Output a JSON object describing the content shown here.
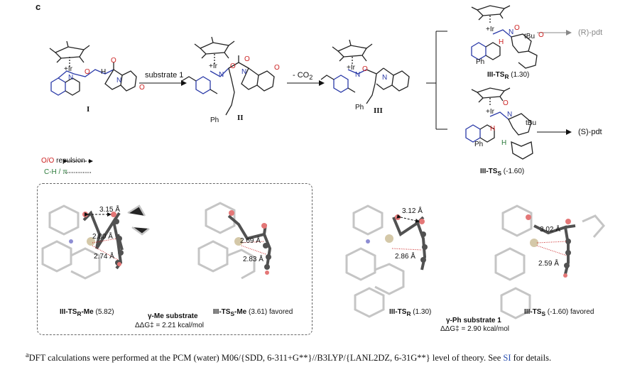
{
  "panel_letter": "c",
  "structures": {
    "I": "I",
    "II": "II",
    "III": "III",
    "ts_r": {
      "name": "III-TS",
      "sub": "R",
      "energy": "(1.30)"
    },
    "ts_s": {
      "name": "III-TS",
      "sub": "S",
      "energy": "(-1.60)"
    }
  },
  "atoms": {
    "ir_plus": "+Ir",
    "n": "N",
    "o": "O",
    "ph": "Ph",
    "tbu": "tBu",
    "h": "H",
    "c": "C"
  },
  "arrows": {
    "step1": "substrate 1",
    "step2": "- CO",
    "step2_sub": "2",
    "r_pdt": "(R)-pdt",
    "s_pdt": "(S)-pdt"
  },
  "legend": {
    "oo": "O/O",
    "oo_text": "repulsion",
    "ch": "C-H / π"
  },
  "models": {
    "me_r": {
      "name": "III-TS",
      "sub": "R",
      "suffix": "-Me",
      "energy": "(5.82)",
      "d1": "3.15 Å",
      "d2": "2.80 Å",
      "d3": "2.74 Å"
    },
    "me_s": {
      "name": "III-TS",
      "sub": "S",
      "suffix": "-Me",
      "energy": "(3.61)",
      "tag": "favored",
      "d1": "2.69 Å",
      "d2": "2.83 Å"
    },
    "me_substrate": "γ-Me substrate",
    "me_ddg": "ΔΔG‡ = 2.21 kcal/mol",
    "ph_r": {
      "name": "III-TS",
      "sub": "R",
      "energy": "(1.30)",
      "d1": "3.12 Å",
      "d2": "2.86 Å"
    },
    "ph_s": {
      "name": "III-TS",
      "sub": "S",
      "energy": "(-1.60)",
      "tag": "favored",
      "d1": "3.02 Å",
      "d2": "2.59 Å"
    },
    "ph_substrate": "γ-Ph substrate 1",
    "ph_ddg": "ΔΔG‡ = 2.90 kcal/mol"
  },
  "footnote": {
    "marker": "a",
    "text": "DFT calculations were performed at the PCM (water) M06/{SDD, 6-311+G**}//B3LYP/{LANL2DZ, 6-31G**} level of theory. See",
    "link": "SI",
    "tail": "for details."
  },
  "colors": {
    "nitrogen": "#2a3aa8",
    "oxygen": "#cc2222",
    "hydrogen_green": "#2b7a3a",
    "arrow_grey": "#888888"
  }
}
